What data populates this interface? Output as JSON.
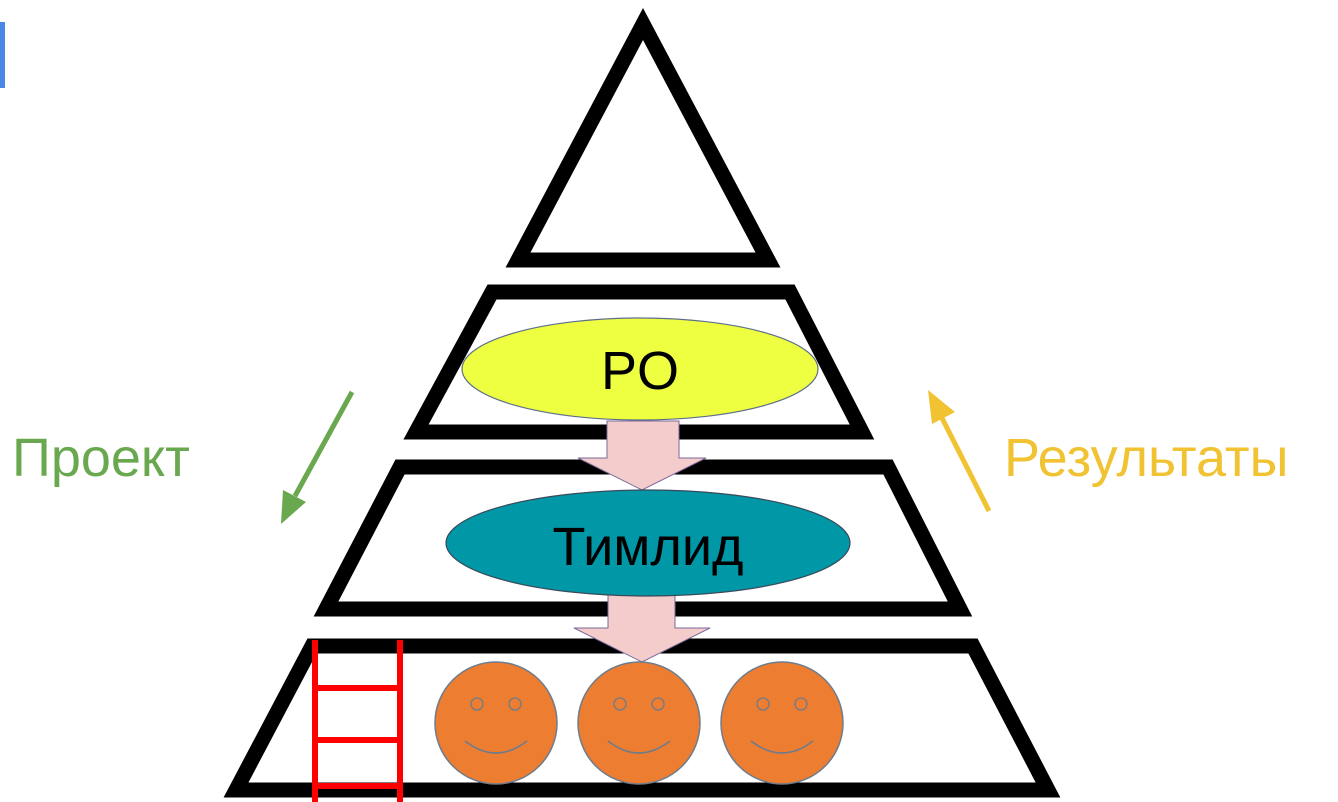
{
  "labels": {
    "po": "PO",
    "teamlead": "Тимлид",
    "project": "Проект",
    "results": "Результаты"
  },
  "colors": {
    "outline": "#000000",
    "po_fill": "#eeff41",
    "teamlead_fill": "#0097a7",
    "flow_arrow_fill": "#f4cccc",
    "project_color": "#6aa84f",
    "results_color": "#f1c232",
    "face_fill": "#ed7d31",
    "ladder_color": "#ff0000",
    "accent_bar": "#4a86e8"
  },
  "icons": [
    "smiley-face-icon",
    "ladder-icon",
    "down-arrow-icon"
  ]
}
